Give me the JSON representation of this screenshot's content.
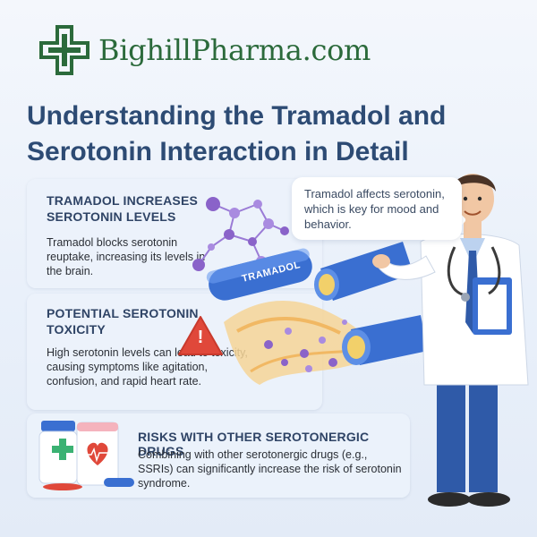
{
  "brand": {
    "name": "BighillPharma.com"
  },
  "headline": {
    "line1": "Understanding the Tramadol and",
    "line2": "Serotonin Interaction in Detail"
  },
  "cards": [
    {
      "title_line1": "TRAMADOL INCREASES",
      "title_line2": "SEROTONIN LEVELS",
      "body": "Tramadol blocks serotonin reuptake, increasing its levels in the brain."
    },
    {
      "title_line1": "POTENTIAL SEROTONIN",
      "title_line2": "TOXICITY",
      "body": "High serotonin levels can lead to toxicity, causing symptoms like agitation, confusion, and rapid heart rate."
    },
    {
      "title": "RISKS WITH OTHER SEROTONERGIC DRUGS",
      "body": "Combining with other serotonergic drugs (e.g., SSRIs) can significantly increase the risk of serotonin syndrome."
    }
  ],
  "bubble": {
    "text": "Tramadol affects serotonin, which is key for mood and behavior."
  },
  "pill": {
    "label": "TRAMADOL"
  },
  "warning": {
    "mark": "!"
  },
  "colors": {
    "brand_green": "#2b6a3b",
    "headline_blue": "#2d4b74",
    "molecule_purple": "#8a63c9",
    "pill_blue": "#3a6fd1",
    "warning_red": "#e0483a"
  },
  "icons": [
    "medical-cross-icon",
    "molecule-icon",
    "warning-icon",
    "heart-pulse-icon",
    "pill-bottle-icon",
    "doctor-illustration"
  ]
}
